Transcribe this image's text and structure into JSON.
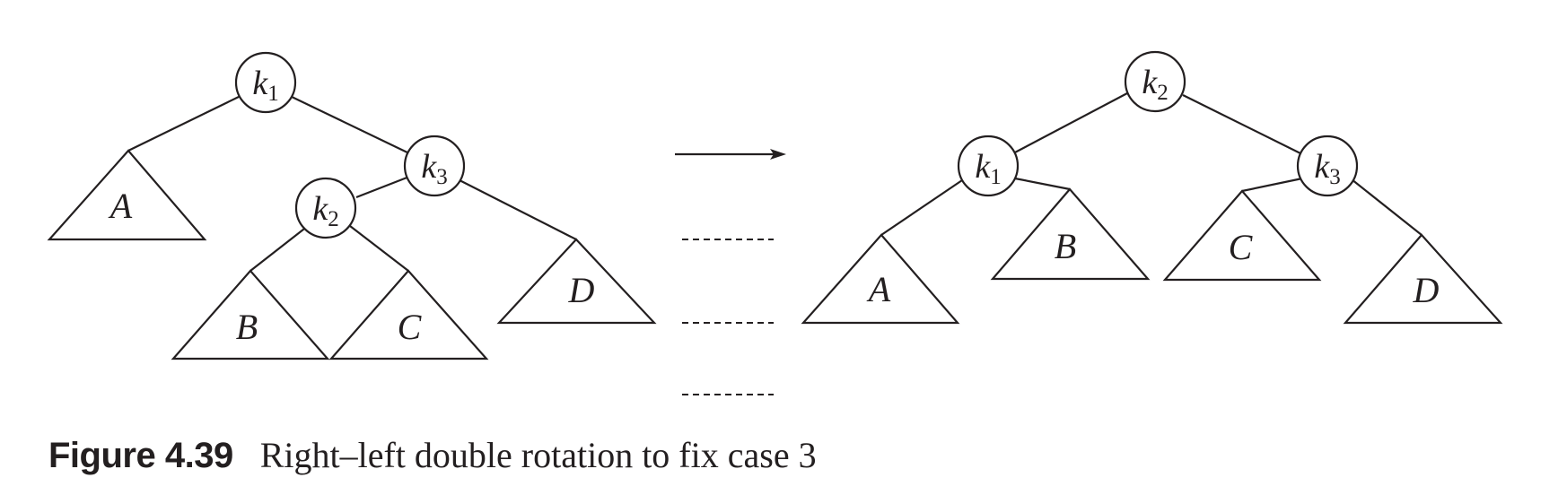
{
  "figure": {
    "label": "Figure 4.39",
    "caption": "Right–left double rotation to fix case 3"
  },
  "before_tree": {
    "nodes": [
      {
        "letter": "k",
        "sub": "1"
      },
      {
        "letter": "k",
        "sub": "3"
      },
      {
        "letter": "k",
        "sub": "2"
      }
    ],
    "subtrees": [
      "A",
      "B",
      "C",
      "D"
    ]
  },
  "after_tree": {
    "nodes": [
      {
        "letter": "k",
        "sub": "2"
      },
      {
        "letter": "k",
        "sub": "1"
      },
      {
        "letter": "k",
        "sub": "3"
      }
    ],
    "subtrees": [
      "A",
      "B",
      "C",
      "D"
    ]
  },
  "colors": {
    "ink": "#231f20",
    "background": "#ffffff"
  }
}
